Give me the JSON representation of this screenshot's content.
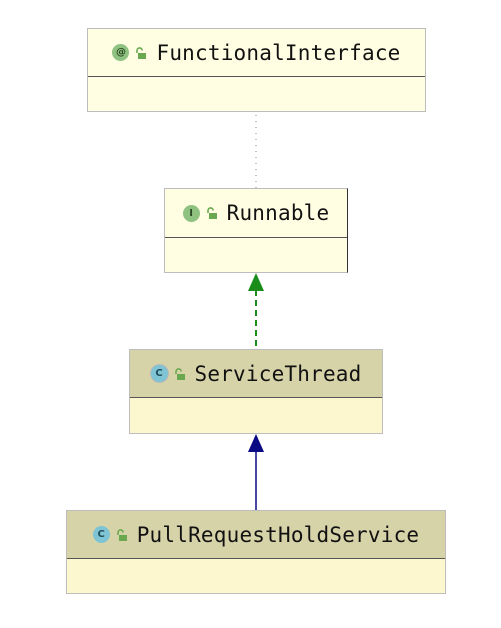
{
  "diagram": {
    "nodes": [
      {
        "id": "functional-interface",
        "name": "FunctionalInterface",
        "kind": "annotation",
        "badge": "@"
      },
      {
        "id": "runnable",
        "name": "Runnable",
        "kind": "interface",
        "badge": "I"
      },
      {
        "id": "service-thread",
        "name": "ServiceThread",
        "kind": "abstract-class",
        "badge": "C"
      },
      {
        "id": "pull-request-hold-service",
        "name": "PullRequestHoldService",
        "kind": "class",
        "badge": "C"
      }
    ],
    "edges": [
      {
        "from": "runnable",
        "to": "functional-interface",
        "type": "annotated-with",
        "color": "#8c8c6c"
      },
      {
        "from": "service-thread",
        "to": "runnable",
        "type": "implements",
        "color": "#1a8c1a"
      },
      {
        "from": "pull-request-hold-service",
        "to": "service-thread",
        "type": "extends",
        "color": "#0a0a82"
      }
    ]
  }
}
